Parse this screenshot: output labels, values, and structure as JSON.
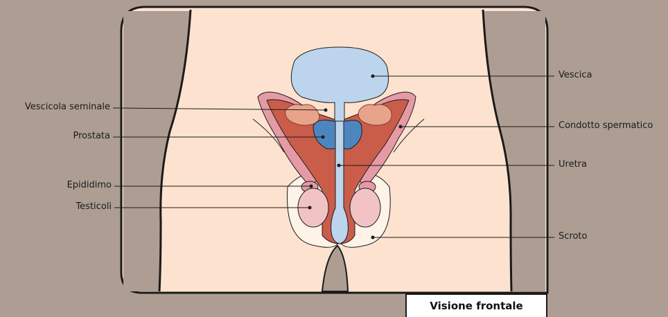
{
  "labels": {
    "vescica": "Vescica",
    "vescicola_seminale": "Vescicola seminale",
    "condotto_spermatico": "Condotto spermatico",
    "prostata": "Prostata",
    "uretra": "Uretra",
    "epididimo": "Epididimo",
    "testicoli": "Testicoli",
    "scroto": "Scroto"
  },
  "caption": "Visione frontale",
  "colors": {
    "background": "#ad9d93",
    "skin": "#fde3cf",
    "bladder": "#bdd5ec",
    "prostate": "#4d86bf",
    "tissue": "#c95d4a",
    "duct": "#e59aa5",
    "testis": "#f2c3c4",
    "scrotum": "#fdf3e7",
    "outline": "#1a1a1a"
  }
}
